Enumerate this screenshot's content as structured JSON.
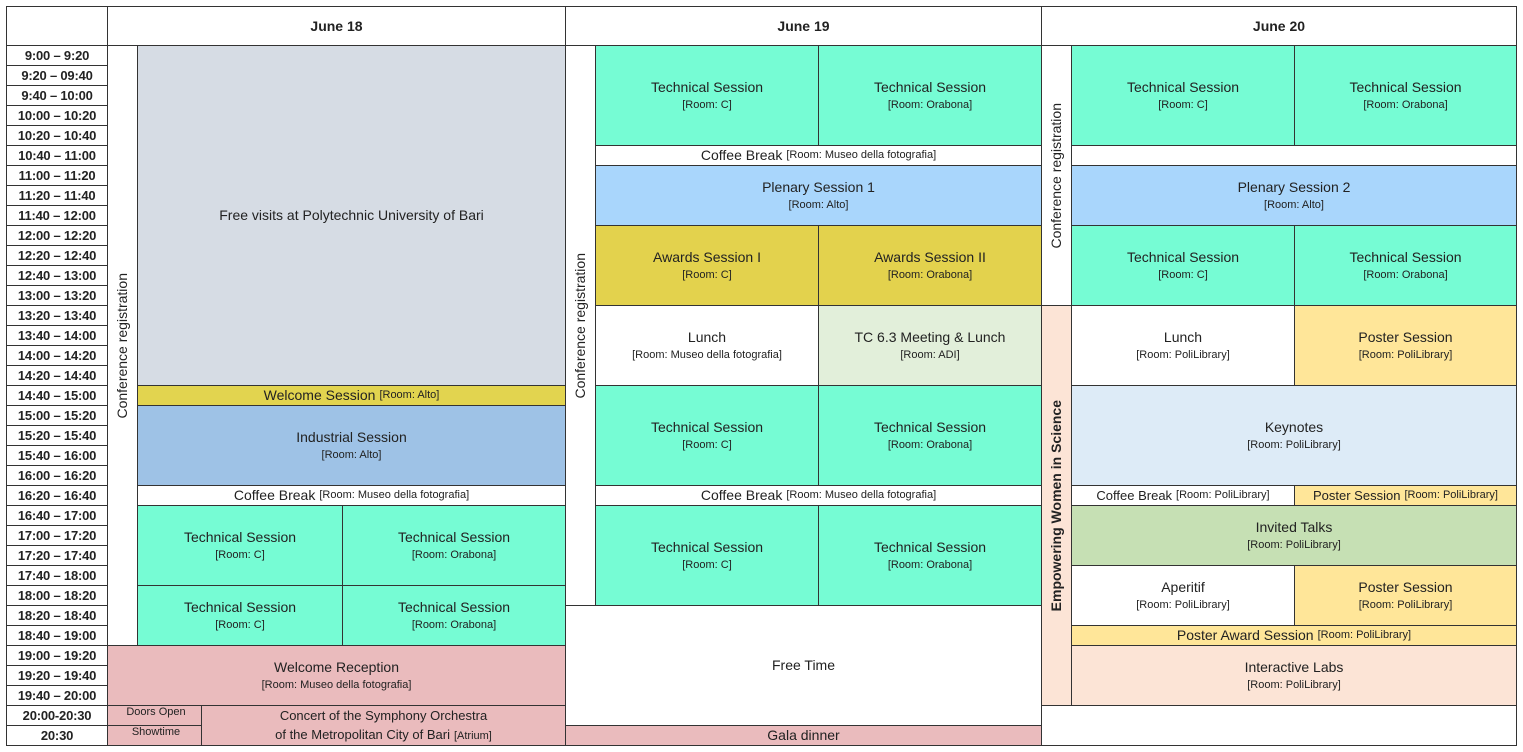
{
  "headers": {
    "day1": "June 18",
    "day2": "June 19",
    "day3": "June 20"
  },
  "times": [
    "9:00 – 9:20",
    "9:20 – 09:40",
    "9:40 – 10:00",
    "10:00 – 10:20",
    "10:20 – 10:40",
    "10:40 – 11:00",
    "11:00 – 11:20",
    "11:20 – 11:40",
    "11:40 – 12:00",
    "12:00 – 12:20",
    "12:20 – 12:40",
    "12:40 – 13:00",
    "13:00 – 13:20",
    "13:20 – 13:40",
    "13:40 – 14:00",
    "14:00 – 14:20",
    "14:20 – 14:40",
    "14:40 – 15:00",
    "15:00 – 15:20",
    "15:20 – 15:40",
    "15:40 – 16:00",
    "16:00 – 16:20",
    "16:20 – 16:40",
    "16:40 – 17:00",
    "17:00 – 17:20",
    "17:20 – 17:40",
    "17:40 – 18:00",
    "18:00 – 18:20",
    "18:20 – 18:40",
    "18:40 – 19:00",
    "19:00 – 19:20",
    "19:20 – 19:40",
    "19:40 – 20:00",
    "20:00-20:30",
    "20:30"
  ],
  "labels": {
    "conf_reg": "Conference registration",
    "women": "Empowering Women in Science",
    "free_visits": "Free visits at Polytechnic University of Bari",
    "welcome_session": "Welcome Session",
    "industrial": "Industrial Session",
    "coffee": "Coffee Break",
    "technical": "Technical Session",
    "welcome_reception": "Welcome Reception",
    "doors_open": "Doors Open",
    "showtime": "Showtime",
    "concert_l1": "Concert of the Symphony Orchestra",
    "concert_l2": "of the Metropolitan City of Bari",
    "plenary1": "Plenary Session 1",
    "plenary2": "Plenary Session 2",
    "awards1": "Awards Session I",
    "awards2": "Awards Session II",
    "lunch": "Lunch",
    "tc_meeting": "TC 6.3 Meeting & Lunch",
    "free_time": "Free Time",
    "gala": "Gala dinner",
    "poster": "Poster Session",
    "keynotes": "Keynotes",
    "invited": "Invited Talks",
    "aperitif": "Aperitif",
    "poster_award": "Poster Award Session",
    "labs": "Interactive Labs"
  },
  "rooms": {
    "alto": "[Room: Alto]",
    "c": "[Room: C]",
    "orabona": "[Room: Orabona]",
    "museo": "[Room: Museo della fotografia]",
    "adi": "[Room: ADI]",
    "poli": "[Room: PoliLibrary]",
    "atrium": "[Atrium]"
  }
}
